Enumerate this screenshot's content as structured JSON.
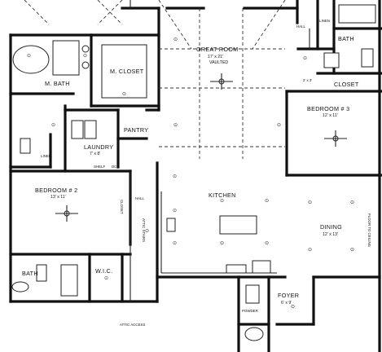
{
  "rooms": {
    "great_room": {
      "name": "GREAT ROOM",
      "dims": "17' x 21'",
      "note": "VAULTED"
    },
    "m_closet": {
      "name": "M. CLOSET"
    },
    "m_bath": {
      "name": "M. BATH"
    },
    "pantry": {
      "name": "PANTRY"
    },
    "laundry": {
      "name": "LAUNDRY",
      "dims": "7' x 8'"
    },
    "linen_left": {
      "name": "LINEN"
    },
    "linen_top": {
      "name": "LINEN"
    },
    "hall_top": {
      "name": "HALL"
    },
    "bath_top": {
      "name": "BATH"
    },
    "closet_right": {
      "name": "CLOSET"
    },
    "bedroom3": {
      "name": "BEDROOM # 3",
      "dims": "12' x 11'"
    },
    "bedroom2": {
      "name": "BEDROOM # 2",
      "dims": "13' x 11'"
    },
    "hall_center": {
      "name": "HALL"
    },
    "kitchen": {
      "name": "KITCHEN"
    },
    "dining": {
      "name": "DINING",
      "dims": "12' x 13'"
    },
    "bath_bottom": {
      "name": "BATH"
    },
    "wic": {
      "name": "W.I.C."
    },
    "foyer": {
      "name": "FOYER",
      "dims": "6' x 9'"
    },
    "powder": {
      "name": "POWDER"
    }
  },
  "notes": {
    "shelf": "SHELF",
    "dc": "DC",
    "closet_vertical": "CLOSET",
    "attic_vertical": "ATTIC STAIRS",
    "small_dim": "2' x 3'",
    "right_note": "FLOOR TO CEILING",
    "attic_access": "ATTIC ACCESS"
  },
  "ceiling_symbol": "⊙"
}
